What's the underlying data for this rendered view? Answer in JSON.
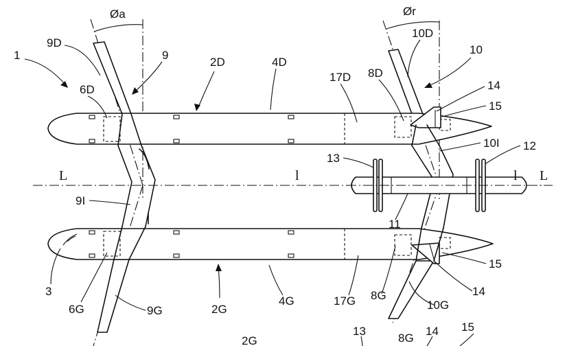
{
  "labels": {
    "angle_a": "Øa",
    "angle_r": "Ør",
    "n1": "1",
    "n9": "9",
    "n9d": "9D",
    "n9i": "9I",
    "n9g": "9G",
    "n6d": "6D",
    "n6g": "6G",
    "n2d": "2D",
    "n2g": "2G",
    "n2g_bottom": "2G",
    "n4d": "4D",
    "n4g": "4G",
    "n17d": "17D",
    "n17g": "17G",
    "n8d": "8D",
    "n8g": "8G",
    "n8g_bottom": "8G",
    "n10": "10",
    "n10d": "10D",
    "n10i": "10I",
    "n10g": "10G",
    "n11": "11",
    "n12": "12",
    "n13": "13",
    "n13_bottom": "13",
    "n14_top": "14",
    "n14_low": "14",
    "n14_bottom": "14",
    "n15_top": "15",
    "n15_low": "15",
    "n15_bottom": "15",
    "n3": "3",
    "axis_L_left": "L",
    "axis_L_right": "L",
    "axis_l_mid": "l",
    "axis_l_right": "l"
  }
}
